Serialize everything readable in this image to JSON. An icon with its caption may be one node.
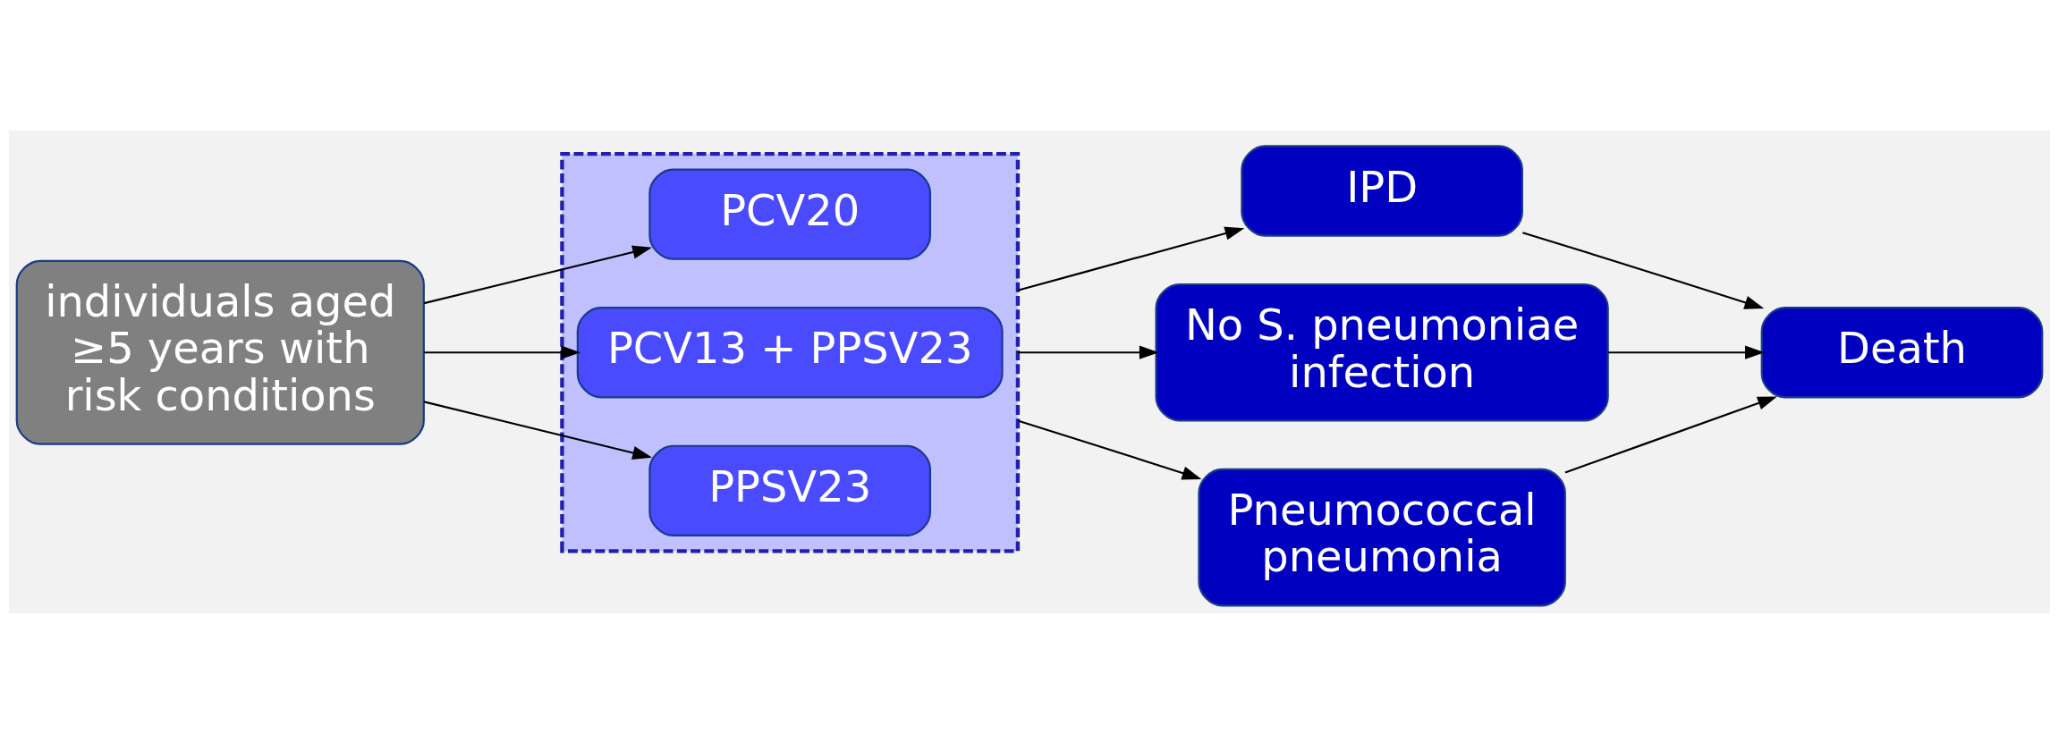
{
  "diagram": {
    "nodes": [
      {
        "text": [
          "individuals aged ≥5 years with risk conditions"
        ]
      },
      {
        "text": [],
        "shape": "box"
      },
      {
        "text": [
          "PCV20"
        ],
        "in": 1
      },
      {
        "text": [
          "PCV13 + PPSV23"
        ],
        "in": 1
      },
      {
        "text": [
          "PPSV23"
        ],
        "in": 1
      },
      {
        "text": [
          "IPD"
        ]
      },
      {
        "text": [
          "No S. pneumoniae infection"
        ]
      },
      {
        "text": [
          "Pneumococcal pneumonia"
        ]
      },
      {
        "text": [
          "Death"
        ]
      }
    ],
    "edges": [
      {
        "from": 0,
        "to": 2,
        "arrow": "to"
      },
      {
        "from": 0,
        "to": 3,
        "arrow": "to"
      },
      {
        "from": 0,
        "to": 4,
        "arrow": "to"
      },
      {
        "from": 1,
        "to": 5,
        "arrow": "to"
      },
      {
        "from": 1,
        "to": 6,
        "arrow": "to"
      },
      {
        "from": 1,
        "to": 7,
        "arrow": "to"
      },
      {
        "from": 5,
        "to": 8,
        "arrow": "to"
      },
      {
        "from": 6,
        "to": 8,
        "arrow": "to"
      },
      {
        "from": 7,
        "to": 8,
        "arrow": "to"
      }
    ]
  }
}
